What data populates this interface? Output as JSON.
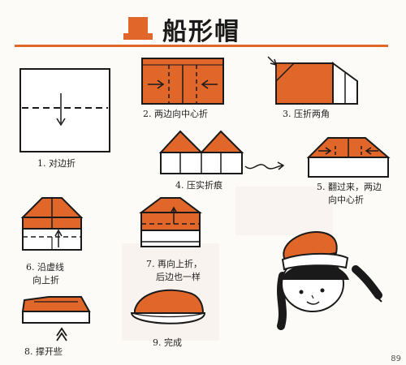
{
  "title": "船形帽",
  "colors": {
    "accent": "#e0662a",
    "header_line": "#e0662a",
    "outline": "#1a1a1a",
    "paper": "#ffffff"
  },
  "icons": {
    "title": "top-hat-icon"
  },
  "steps": [
    {
      "id": "1",
      "lines": [
        "1. 对边折"
      ]
    },
    {
      "id": "2",
      "lines": [
        "2. 两边向中心折"
      ]
    },
    {
      "id": "3",
      "lines": [
        "3. 压折两角"
      ]
    },
    {
      "id": "4",
      "lines": [
        "4. 压实折痕"
      ]
    },
    {
      "id": "5",
      "lines": [
        "5. 翻过来，两边",
        "向中心折"
      ]
    },
    {
      "id": "6",
      "lines": [
        "6. 沿虚线",
        "向上折"
      ]
    },
    {
      "id": "7",
      "lines": [
        "7. 再向上折，",
        "后边也一样"
      ]
    },
    {
      "id": "8",
      "lines": [
        "8. 撑开些"
      ]
    },
    {
      "id": "9",
      "lines": [
        "9. 完成"
      ]
    }
  ],
  "page_number": "89"
}
